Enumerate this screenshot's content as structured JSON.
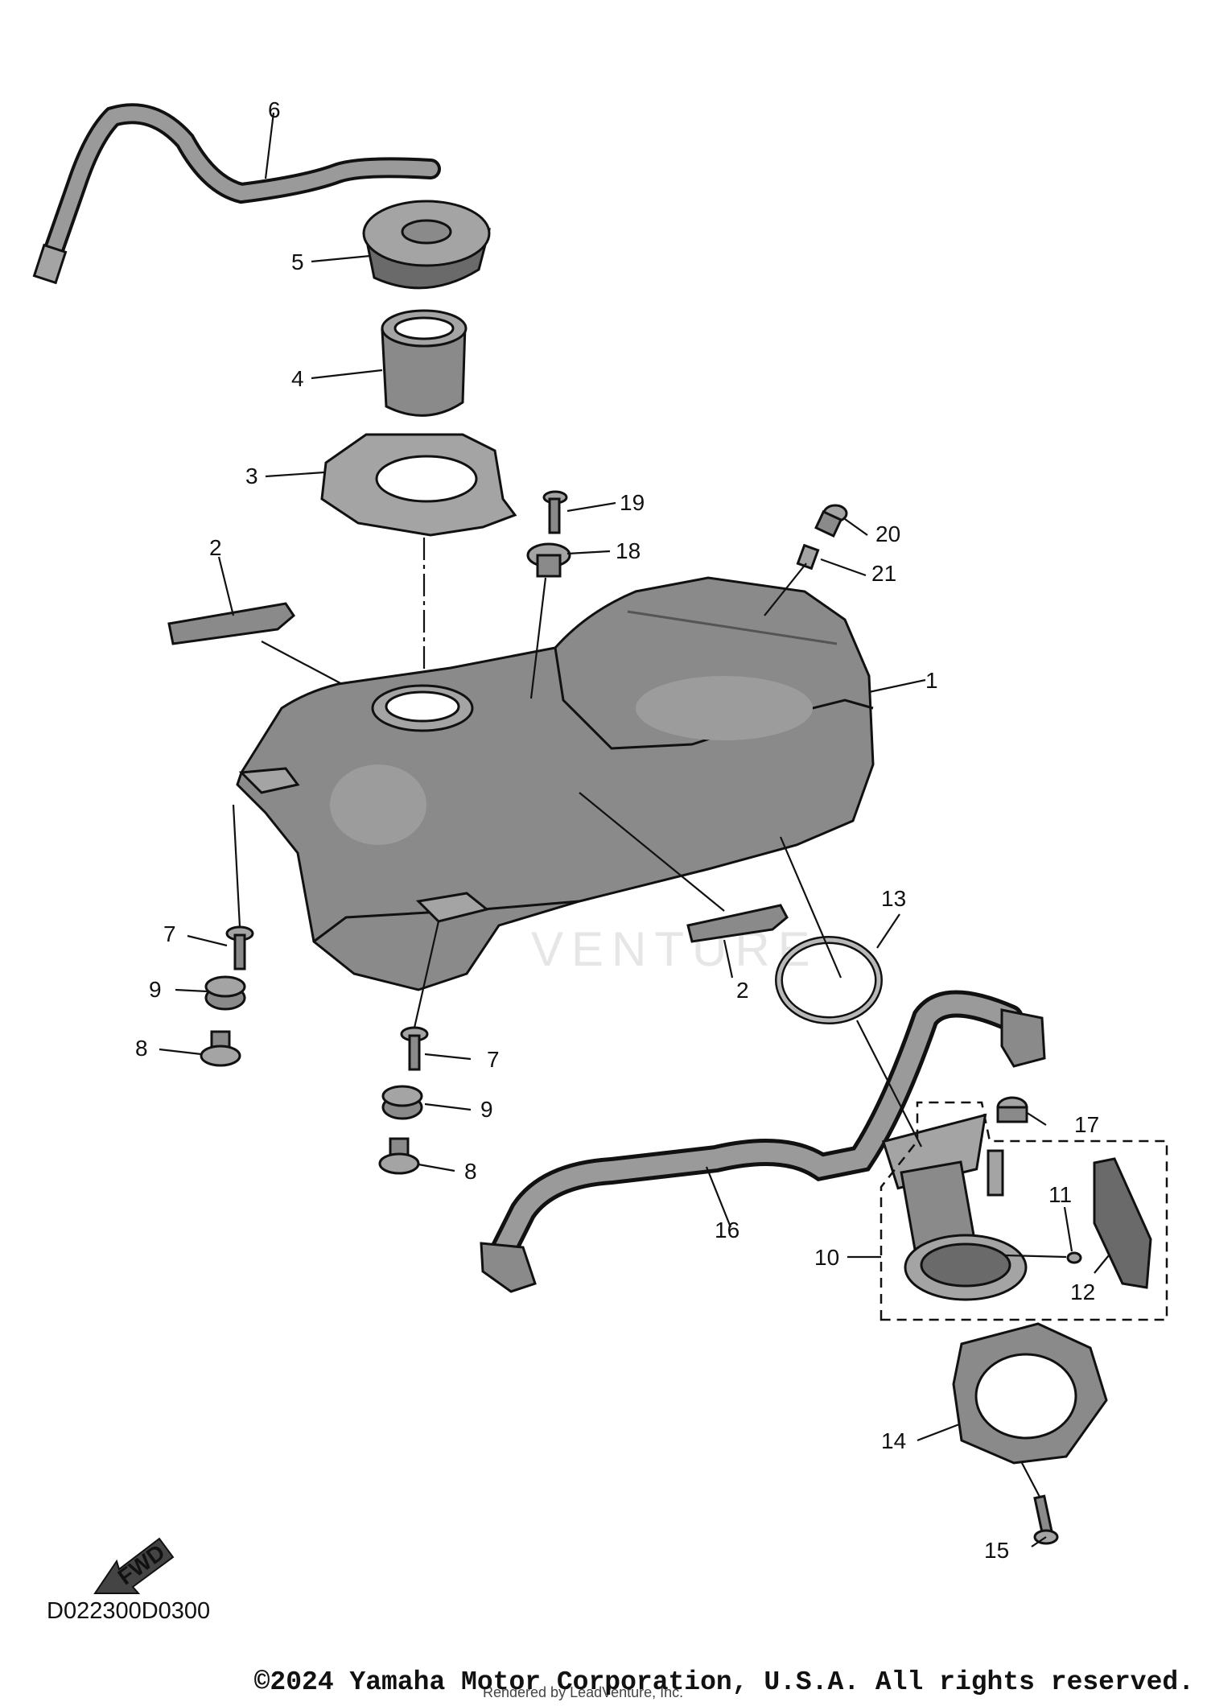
{
  "diagram": {
    "code": "D022300D0300",
    "copyright": "©2024 Yamaha Motor Corporation, U.S.A. All rights reserved.",
    "rendered_by": "Rendered by LeadVenture, Inc.",
    "watermark": "VENTURE",
    "fwd_label": "FWD",
    "callouts": [
      "1",
      "2",
      "2",
      "3",
      "4",
      "5",
      "6",
      "7",
      "7",
      "8",
      "8",
      "9",
      "9",
      "10",
      "11",
      "12",
      "13",
      "14",
      "15",
      "16",
      "17",
      "18",
      "19",
      "20",
      "21"
    ]
  }
}
